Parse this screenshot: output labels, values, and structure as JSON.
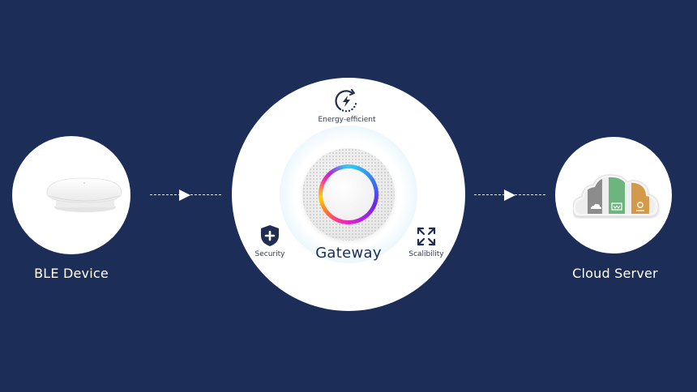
{
  "colors": {
    "background": "#1c2d57",
    "circle_fill": "#ffffff",
    "text_dark": "#1f2d52",
    "arrow": "#ffffff",
    "cloud_gray": "#8a8a8a",
    "cloud_green": "#6db57e",
    "cloud_orange": "#d49a4a"
  },
  "diagram": {
    "nodes": [
      {
        "id": "ble",
        "label": "BLE Device",
        "icon": "ble-puck-device"
      },
      {
        "id": "gateway",
        "label": "Gateway",
        "icon": "gateway-device-rgb-ring",
        "features": [
          {
            "label": "Energy-efficient",
            "icon": "lightning-cycle-icon"
          },
          {
            "label": "Security",
            "icon": "shield-plus-icon"
          },
          {
            "label": "Scalibility",
            "icon": "expand-arrows-icon"
          }
        ]
      },
      {
        "id": "cloud",
        "label": "Cloud Server",
        "icon": "cloud-server-icon"
      }
    ],
    "edges": [
      {
        "from": "ble",
        "to": "gateway",
        "style": "dashed-arrow"
      },
      {
        "from": "gateway",
        "to": "cloud",
        "style": "dashed-arrow"
      }
    ]
  }
}
